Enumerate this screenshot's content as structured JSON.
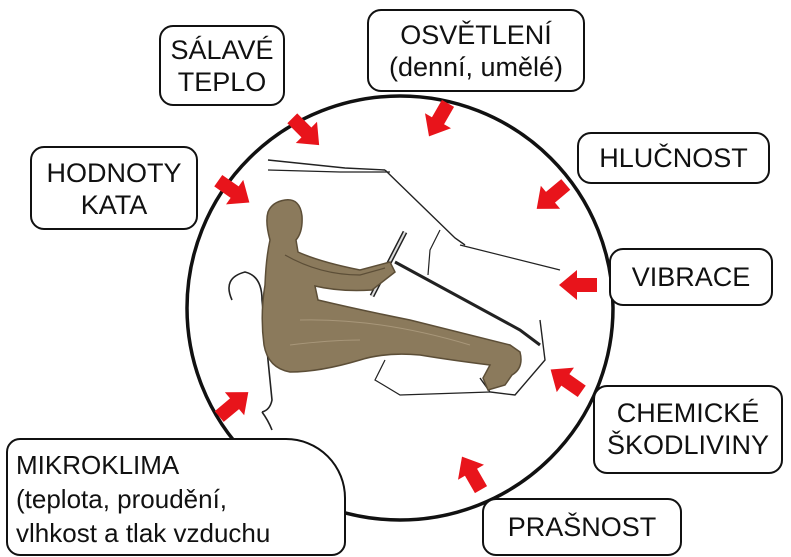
{
  "factors": {
    "salave_teplo": {
      "lines": [
        "SÁLAVÉ",
        "TEPLO"
      ]
    },
    "osvetleni": {
      "lines": [
        "OSVĚTLENÍ",
        "(denní, umělé)"
      ]
    },
    "hodnoty_kata": {
      "lines": [
        "HODNOTY",
        "KATA"
      ]
    },
    "hlucnost": {
      "lines": [
        "HLUČNOST"
      ]
    },
    "vibrace": {
      "lines": [
        "VIBRACE"
      ]
    },
    "chemicke_skodliviny": {
      "lines": [
        "CHEMICKÉ",
        "ŠKODLIVINY"
      ]
    },
    "prasnost": {
      "lines": [
        "PRAŠNOST"
      ]
    },
    "mikroklima": {
      "lines": [
        "MIKROKLIMA",
        "(teplota, proudění,",
        "vlhkost a tlak vzduchu"
      ]
    }
  },
  "colors": {
    "arrow": "#e8141b",
    "outline": "#111111",
    "figure": "#8b7a5c",
    "figure_shadow": "#5c4e37"
  },
  "icons": [
    "arrow-icon",
    "driver-figure-icon"
  ]
}
